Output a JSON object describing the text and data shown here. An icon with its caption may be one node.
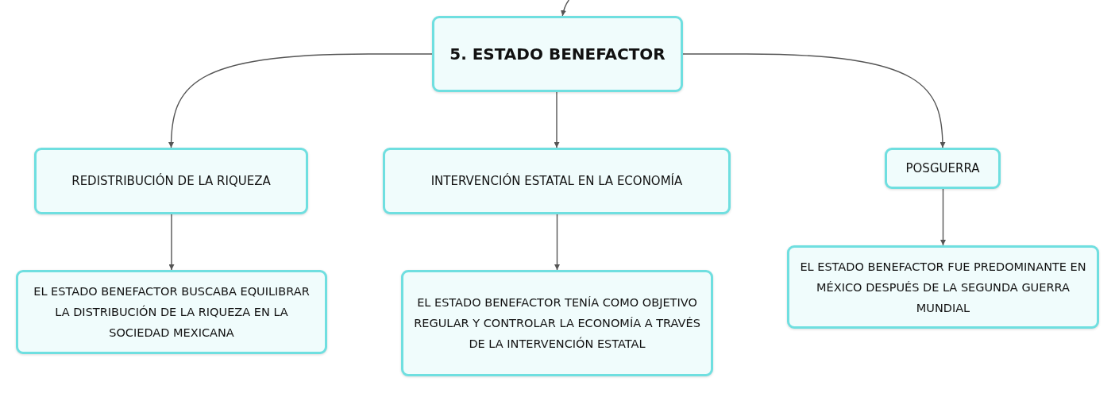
{
  "diagram": {
    "nodes": [
      {
        "text": [
          "5. ESTADO BENEFACTOR"
        ]
      },
      {
        "text": [
          "REDISTRIBUCIÓN DE LA RIQUEZA"
        ]
      },
      {
        "text": [
          "INTERVENCIÓN ESTATAL EN LA ECONOMÍA"
        ]
      },
      {
        "text": [
          "POSGUERRA"
        ]
      },
      {
        "text": [
          "EL ESTADO BENEFACTOR BUSCABA EQUILIBRAR LA DISTRIBUCIÓN DE LA RIQUEZA EN LA SOCIEDAD MEXICANA"
        ]
      },
      {
        "text": [
          "EL ESTADO BENEFACTOR TENÍA COMO OBJETIVO REGULAR Y CONTROLAR LA ECONOMÍA A TRAVÉS DE LA INTERVENCIÓN ESTATAL"
        ]
      },
      {
        "text": [
          "EL ESTADO BENEFACTOR FUE PREDOMINANTE EN MÉXICO DESPUÉS DE LA SEGUNDA GUERRA MUNDIAL"
        ]
      }
    ],
    "edges": [
      {
        "from": null,
        "to": 0,
        "arrow": "to"
      },
      {
        "from": 0,
        "to": 1,
        "arrow": "to"
      },
      {
        "from": 0,
        "to": 2,
        "arrow": "to"
      },
      {
        "from": 0,
        "to": 3,
        "arrow": "to"
      },
      {
        "from": 1,
        "to": 4,
        "arrow": "to"
      },
      {
        "from": 2,
        "to": 5,
        "arrow": "to"
      },
      {
        "from": 3,
        "to": 6,
        "arrow": "to"
      }
    ]
  }
}
